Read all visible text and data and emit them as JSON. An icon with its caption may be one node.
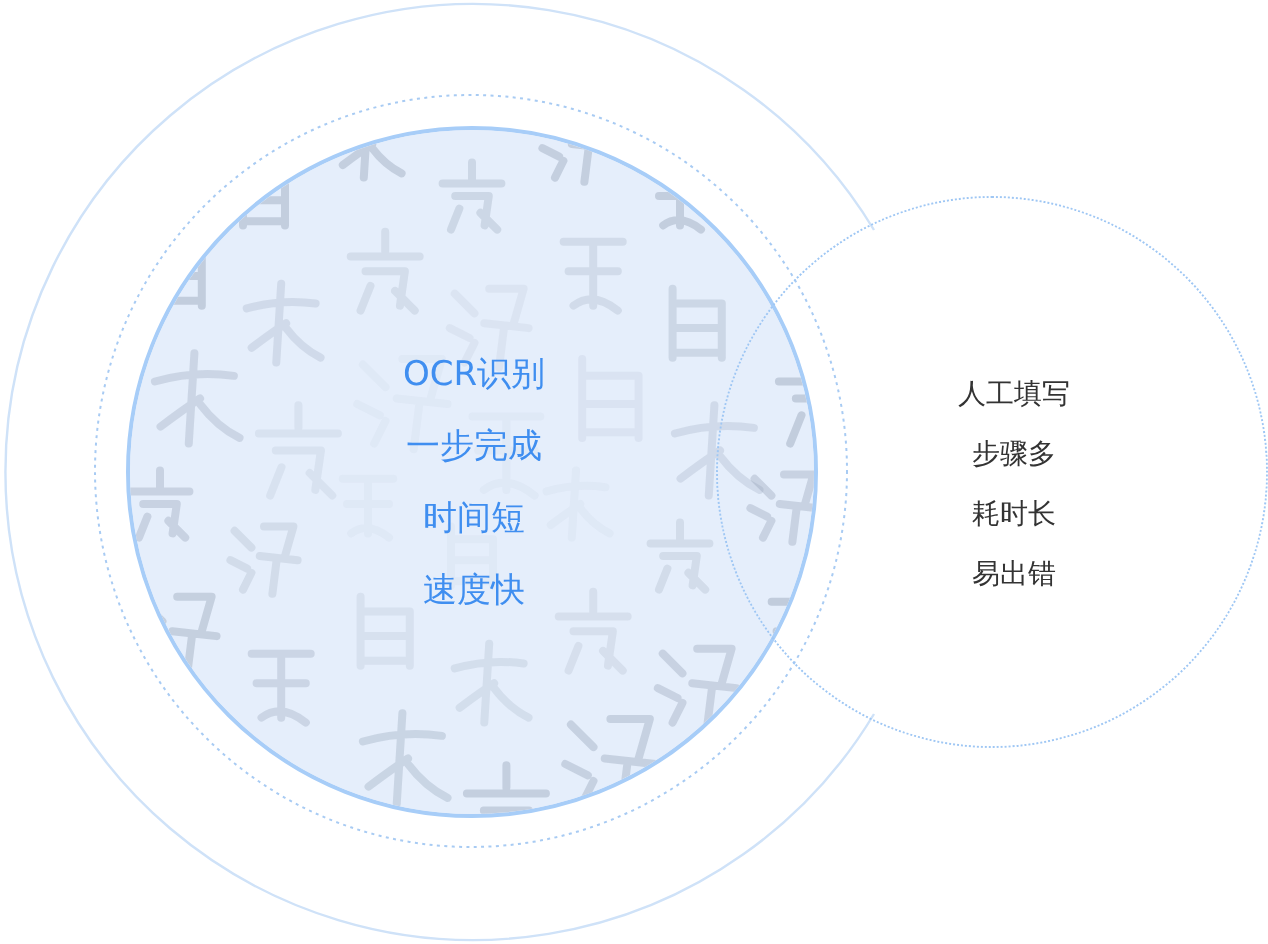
{
  "diagram": {
    "nodes": [
      {
        "text": [
          "OCR识别",
          "一步完成",
          "时间短",
          "速度快"
        ]
      },
      {
        "text": [
          "人工填写",
          "步骤多",
          "耗时长",
          "易出错"
        ]
      }
    ]
  }
}
